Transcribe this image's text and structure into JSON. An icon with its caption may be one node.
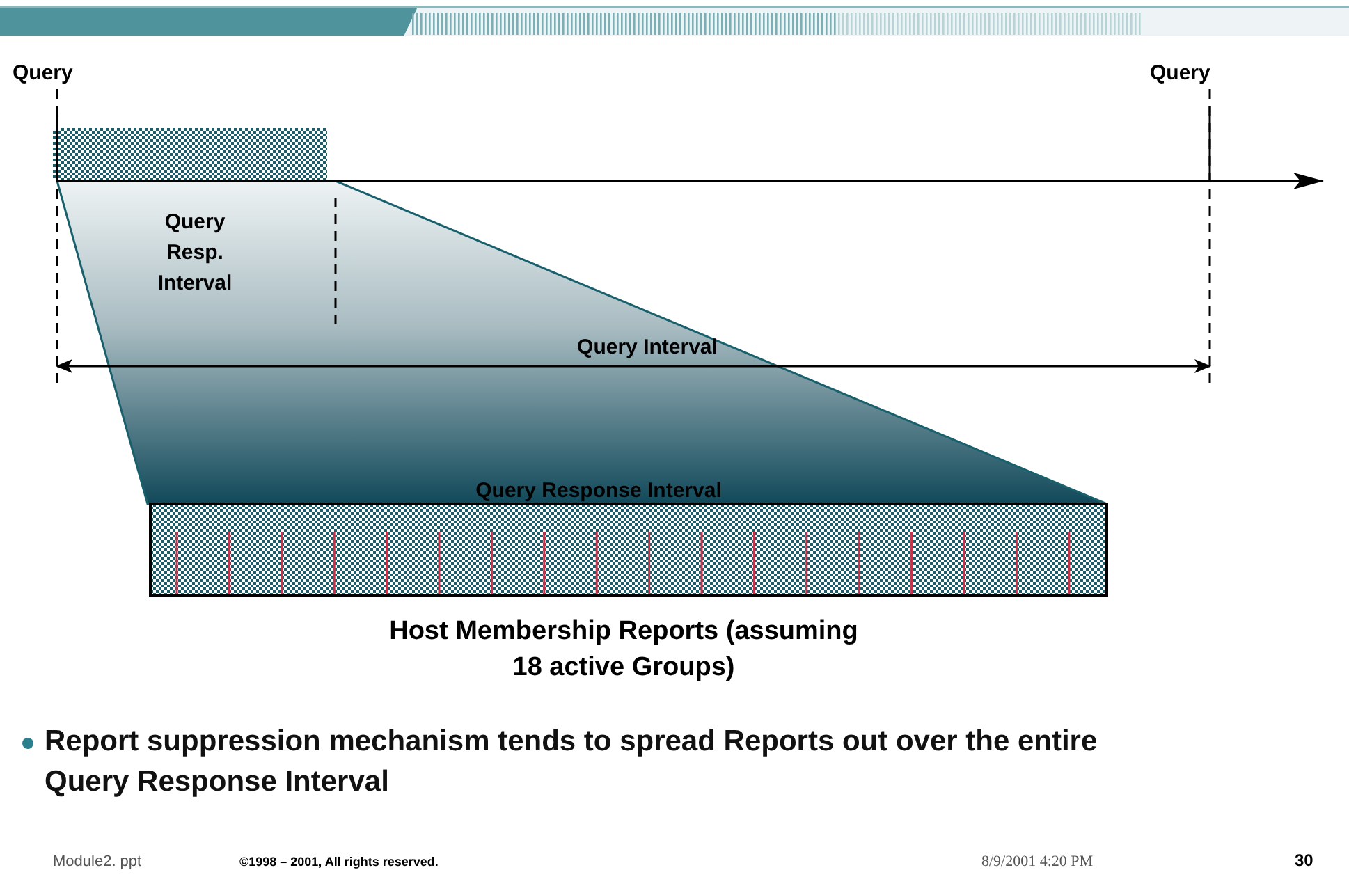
{
  "diagram": {
    "labels": [
      "Query",
      "Query",
      "Query Resp. Interval",
      "Query Interval",
      "Query Response Interval",
      "Host Membership Reports (assuming 18 active Groups)",
      "Report suppression mechanism tends to spread Reports out over the entire Query Response Interval",
      "Module2. ppt",
      "©1998 – 2001, All rights reserved.",
      "8/9/2001 4:20 PM",
      "30"
    ]
  }
}
